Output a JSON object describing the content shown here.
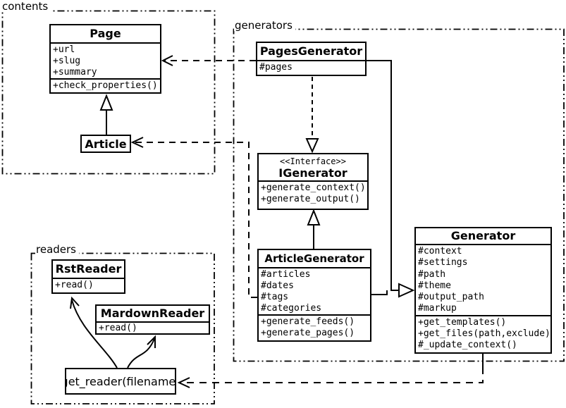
{
  "packages": {
    "contents": {
      "label": "contents"
    },
    "generators": {
      "label": "generators"
    },
    "readers": {
      "label": "readers"
    }
  },
  "classes": {
    "page": {
      "name": "Page",
      "attributes": [
        "+url",
        "+slug",
        "+summary"
      ],
      "methods": [
        "+check_properties()"
      ]
    },
    "article": {
      "name": "Article"
    },
    "pages_generator": {
      "name": "PagesGenerator",
      "attributes": [
        "#pages"
      ]
    },
    "igenerator": {
      "stereotype": "<<Interface>>",
      "name": "IGenerator",
      "methods": [
        "+generate_context()",
        "+generate_output()"
      ]
    },
    "article_generator": {
      "name": "ArticleGenerator",
      "attributes": [
        "#articles",
        "#dates",
        "#tags",
        "#categories"
      ],
      "methods": [
        "+generate_feeds()",
        "+generate_pages()"
      ]
    },
    "generator": {
      "name": "Generator",
      "attributes": [
        "#context",
        "#settings",
        "#path",
        "#theme",
        "#output_path",
        "#markup"
      ],
      "methods": [
        "+get_templates()",
        "+get_files(path,exclude)",
        "#_update_context()"
      ]
    },
    "rst_reader": {
      "name": "RstReader",
      "methods": [
        "+read()"
      ]
    },
    "markdown_reader": {
      "name": "MardownReader",
      "methods": [
        "+read()"
      ]
    },
    "get_reader": {
      "label": "get_reader(filename)"
    }
  },
  "relationships": [
    {
      "from": "Article",
      "to": "Page",
      "type": "inheritance"
    },
    {
      "from": "PagesGenerator",
      "to": "Page",
      "type": "dependency"
    },
    {
      "from": "ArticleGenerator",
      "to": "Article",
      "type": "dependency"
    },
    {
      "from": "PagesGenerator",
      "to": "IGenerator",
      "type": "realization"
    },
    {
      "from": "ArticleGenerator",
      "to": "IGenerator",
      "type": "inheritance"
    },
    {
      "from": "PagesGenerator",
      "to": "Generator",
      "type": "inheritance"
    },
    {
      "from": "ArticleGenerator",
      "to": "Generator",
      "type": "inheritance"
    },
    {
      "from": "Generator",
      "to": "get_reader(filename)",
      "type": "dependency"
    },
    {
      "from": "get_reader(filename)",
      "to": "RstReader",
      "type": "arrow"
    },
    {
      "from": "get_reader(filename)",
      "to": "MardownReader",
      "type": "arrow"
    }
  ],
  "colors": {
    "line": "#000000",
    "background": "#ffffff"
  }
}
